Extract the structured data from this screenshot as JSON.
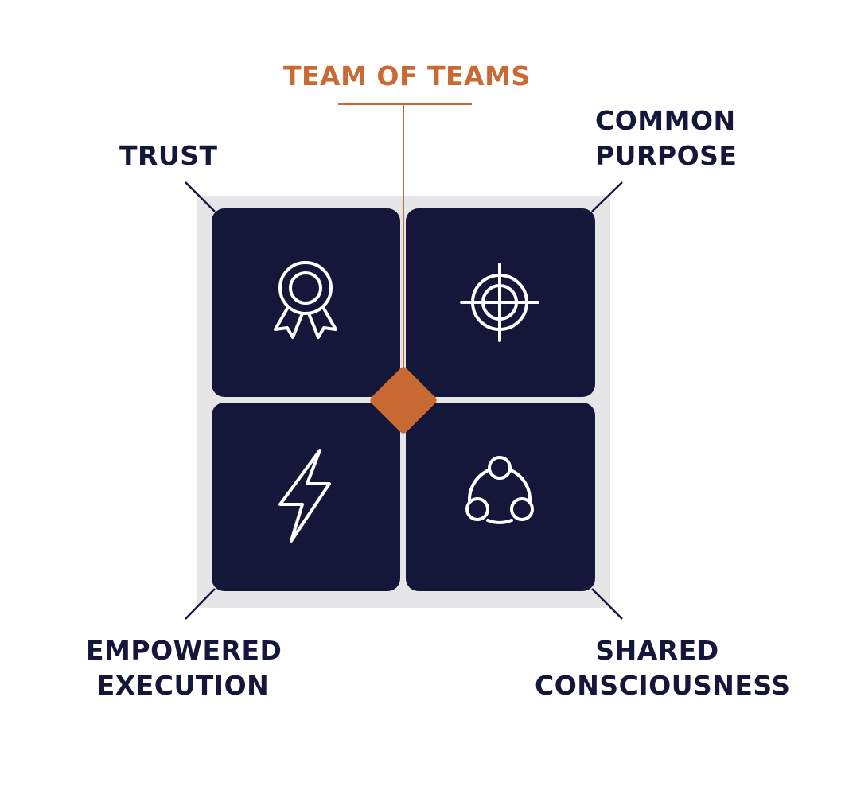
{
  "title": "TEAM OF TEAMS",
  "labels": {
    "trust": [
      "TRUST"
    ],
    "common_purpose": [
      "COMMON",
      "PURPOSE"
    ],
    "empowered_execution": [
      "EMPOWERED",
      "EXECUTION"
    ],
    "shared_consciousness": [
      "SHARED",
      "CONSCIOUSNESS"
    ]
  },
  "quadrants": [
    {
      "id": "trust",
      "icon": "award-ribbon-icon"
    },
    {
      "id": "common_purpose",
      "icon": "target-crosshair-icon"
    },
    {
      "id": "empowered_execution",
      "icon": "lightning-bolt-icon"
    },
    {
      "id": "shared_consciousness",
      "icon": "network-cycle-icon"
    }
  ],
  "colors": {
    "tile": "#14163a",
    "frame": "#e6e6e8",
    "accent": "#c96a35",
    "text": "#14163a",
    "icon_stroke": "#ffffff"
  }
}
